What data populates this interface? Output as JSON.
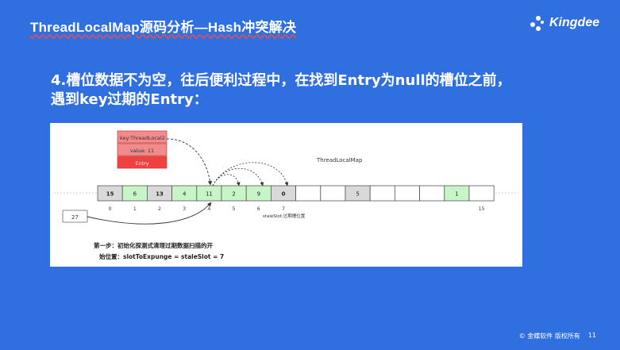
{
  "slide": {
    "title": "ThreadLocalMap源码分析—Hash冲突解决",
    "logo_text": "Kingdee",
    "heading_line1": "4.槽位数据不为空，往后便利过程中，在找到Entry为null的槽位之前，",
    "heading_line2": "遇到key过期的Entry：",
    "footer_copyright": "© 金蝶软件 版权所有",
    "page_number": "11"
  },
  "diagram": {
    "entry_box": {
      "key": "key:ThreadLocal2",
      "value": "value: 11",
      "label": "Entry"
    },
    "map_title": "ThreadLocalMap",
    "cells": [
      {
        "text": "15",
        "fill": "#d9d9d9",
        "bold": true
      },
      {
        "text": "6",
        "fill": "#c8f5c8",
        "bold": false
      },
      {
        "text": "13",
        "fill": "#d9d9d9",
        "bold": true
      },
      {
        "text": "4",
        "fill": "#c8f5c8",
        "bold": false
      },
      {
        "text": "11",
        "fill": "#c8f5c8",
        "bold": false
      },
      {
        "text": "2",
        "fill": "#c8f5c8",
        "bold": false
      },
      {
        "text": "9",
        "fill": "#c8f5c8",
        "bold": false
      },
      {
        "text": "0",
        "fill": "#d9d9d9",
        "bold": true
      },
      {
        "text": "",
        "fill": "#ffffff",
        "bold": false
      },
      {
        "text": "",
        "fill": "#ffffff",
        "bold": false
      },
      {
        "text": "5",
        "fill": "#d9d9d9",
        "bold": false
      },
      {
        "text": "",
        "fill": "#ffffff",
        "bold": false
      },
      {
        "text": "",
        "fill": "#ffffff",
        "bold": false
      },
      {
        "text": "",
        "fill": "#ffffff",
        "bold": false
      },
      {
        "text": "1",
        "fill": "#c8f5c8",
        "bold": false
      },
      {
        "text": "",
        "fill": "#ffffff",
        "bold": false
      }
    ],
    "index_labels": [
      "0",
      "1",
      "2",
      "3",
      "4",
      "5",
      "6",
      "7",
      "15"
    ],
    "stale_label": "staleSlot:过期槽位置",
    "input_value": "27",
    "step_line1": "第一步：初始化探测式清理过期数据扫描的开",
    "step_line2": "始位置：slotToExpunge = staleSlot = 7"
  }
}
